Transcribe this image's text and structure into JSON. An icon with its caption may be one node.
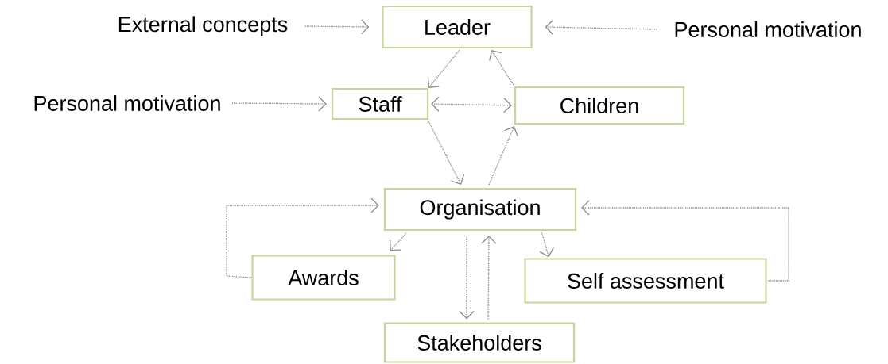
{
  "diagram": {
    "nodes": [
      {
        "text": [
          "External concepts"
        ]
      },
      {
        "text": [
          "Leader"
        ]
      },
      {
        "text": [
          "Personal motivation"
        ]
      },
      {
        "text": [
          "Personal motivation"
        ]
      },
      {
        "text": [
          "Staff"
        ]
      },
      {
        "text": [
          "Children"
        ]
      },
      {
        "text": [
          "Organisation"
        ]
      },
      {
        "text": [
          "Awards"
        ]
      },
      {
        "text": [
          "Self assessment"
        ]
      },
      {
        "text": [
          "Stakeholders"
        ]
      }
    ],
    "edges": [
      {
        "from": 0,
        "to": 1,
        "arrow": "to",
        "style": "dashed"
      },
      {
        "from": 2,
        "to": 1,
        "arrow": "to",
        "style": "dashed"
      },
      {
        "from": 1,
        "to": 4,
        "arrow": "to",
        "style": "dashed"
      },
      {
        "from": 5,
        "to": 1,
        "arrow": "to",
        "style": "dashed"
      },
      {
        "from": 4,
        "to": 5,
        "arrow": "both",
        "style": "dashed"
      },
      {
        "from": 4,
        "to": 6,
        "arrow": "to",
        "style": "dashed"
      },
      {
        "from": 6,
        "to": 5,
        "arrow": "to",
        "style": "dashed"
      },
      {
        "from": 3,
        "to": 4,
        "arrow": "to",
        "style": "dashed"
      },
      {
        "from": 6,
        "to": 7,
        "arrow": "to",
        "style": "dashed"
      },
      {
        "from": 6,
        "to": 8,
        "arrow": "to",
        "style": "dashed"
      },
      {
        "from": 7,
        "to": 6,
        "arrow": "to",
        "style": "dashed"
      },
      {
        "from": 8,
        "to": 6,
        "arrow": "to",
        "style": "dashed"
      },
      {
        "from": 6,
        "to": 9,
        "arrow": "to",
        "style": "dashed"
      },
      {
        "from": 9,
        "to": 6,
        "arrow": "to",
        "style": "dashed"
      }
    ]
  }
}
